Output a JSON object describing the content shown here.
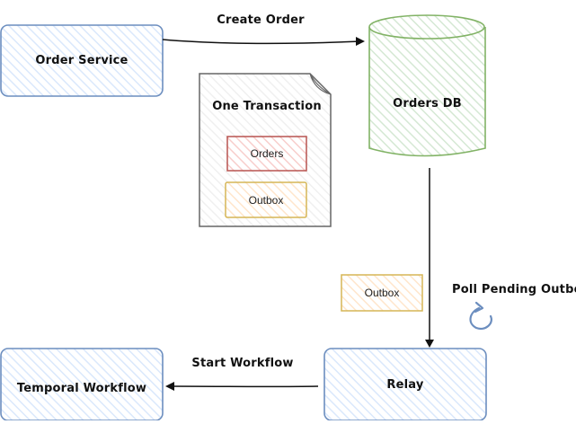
{
  "nodes": {
    "order_service": {
      "label": "Order Service",
      "stroke": "#6c8ebf",
      "fill": "#dae8fc"
    },
    "orders_db": {
      "label": "Orders DB",
      "stroke": "#82b366",
      "fill": "#d5e8d4"
    },
    "transaction": {
      "label": "One Transaction",
      "stroke": "#666666",
      "fill": "#f5f5f5"
    },
    "orders_table": {
      "label": "Orders",
      "stroke": "#b85450",
      "fill": "#f8cecc"
    },
    "outbox_table": {
      "label": "Outbox",
      "stroke": "#d6b656",
      "fill": "#ffe6cc"
    },
    "outbox_msg": {
      "label": "Outbox",
      "stroke": "#d6b656",
      "fill": "#ffe6cc"
    },
    "relay": {
      "label": "Relay",
      "stroke": "#6c8ebf",
      "fill": "#dae8fc"
    },
    "temporal_workflow": {
      "label": "Temporal Workflow",
      "stroke": "#6c8ebf",
      "fill": "#dae8fc"
    }
  },
  "edges": {
    "create_order": {
      "label": "Create Order"
    },
    "poll": {
      "label": "Poll Pending Outbox",
      "icon": "refresh-icon",
      "icon_color": "#6c8ebf"
    },
    "start_workflow": {
      "label": "Start Workflow"
    }
  }
}
